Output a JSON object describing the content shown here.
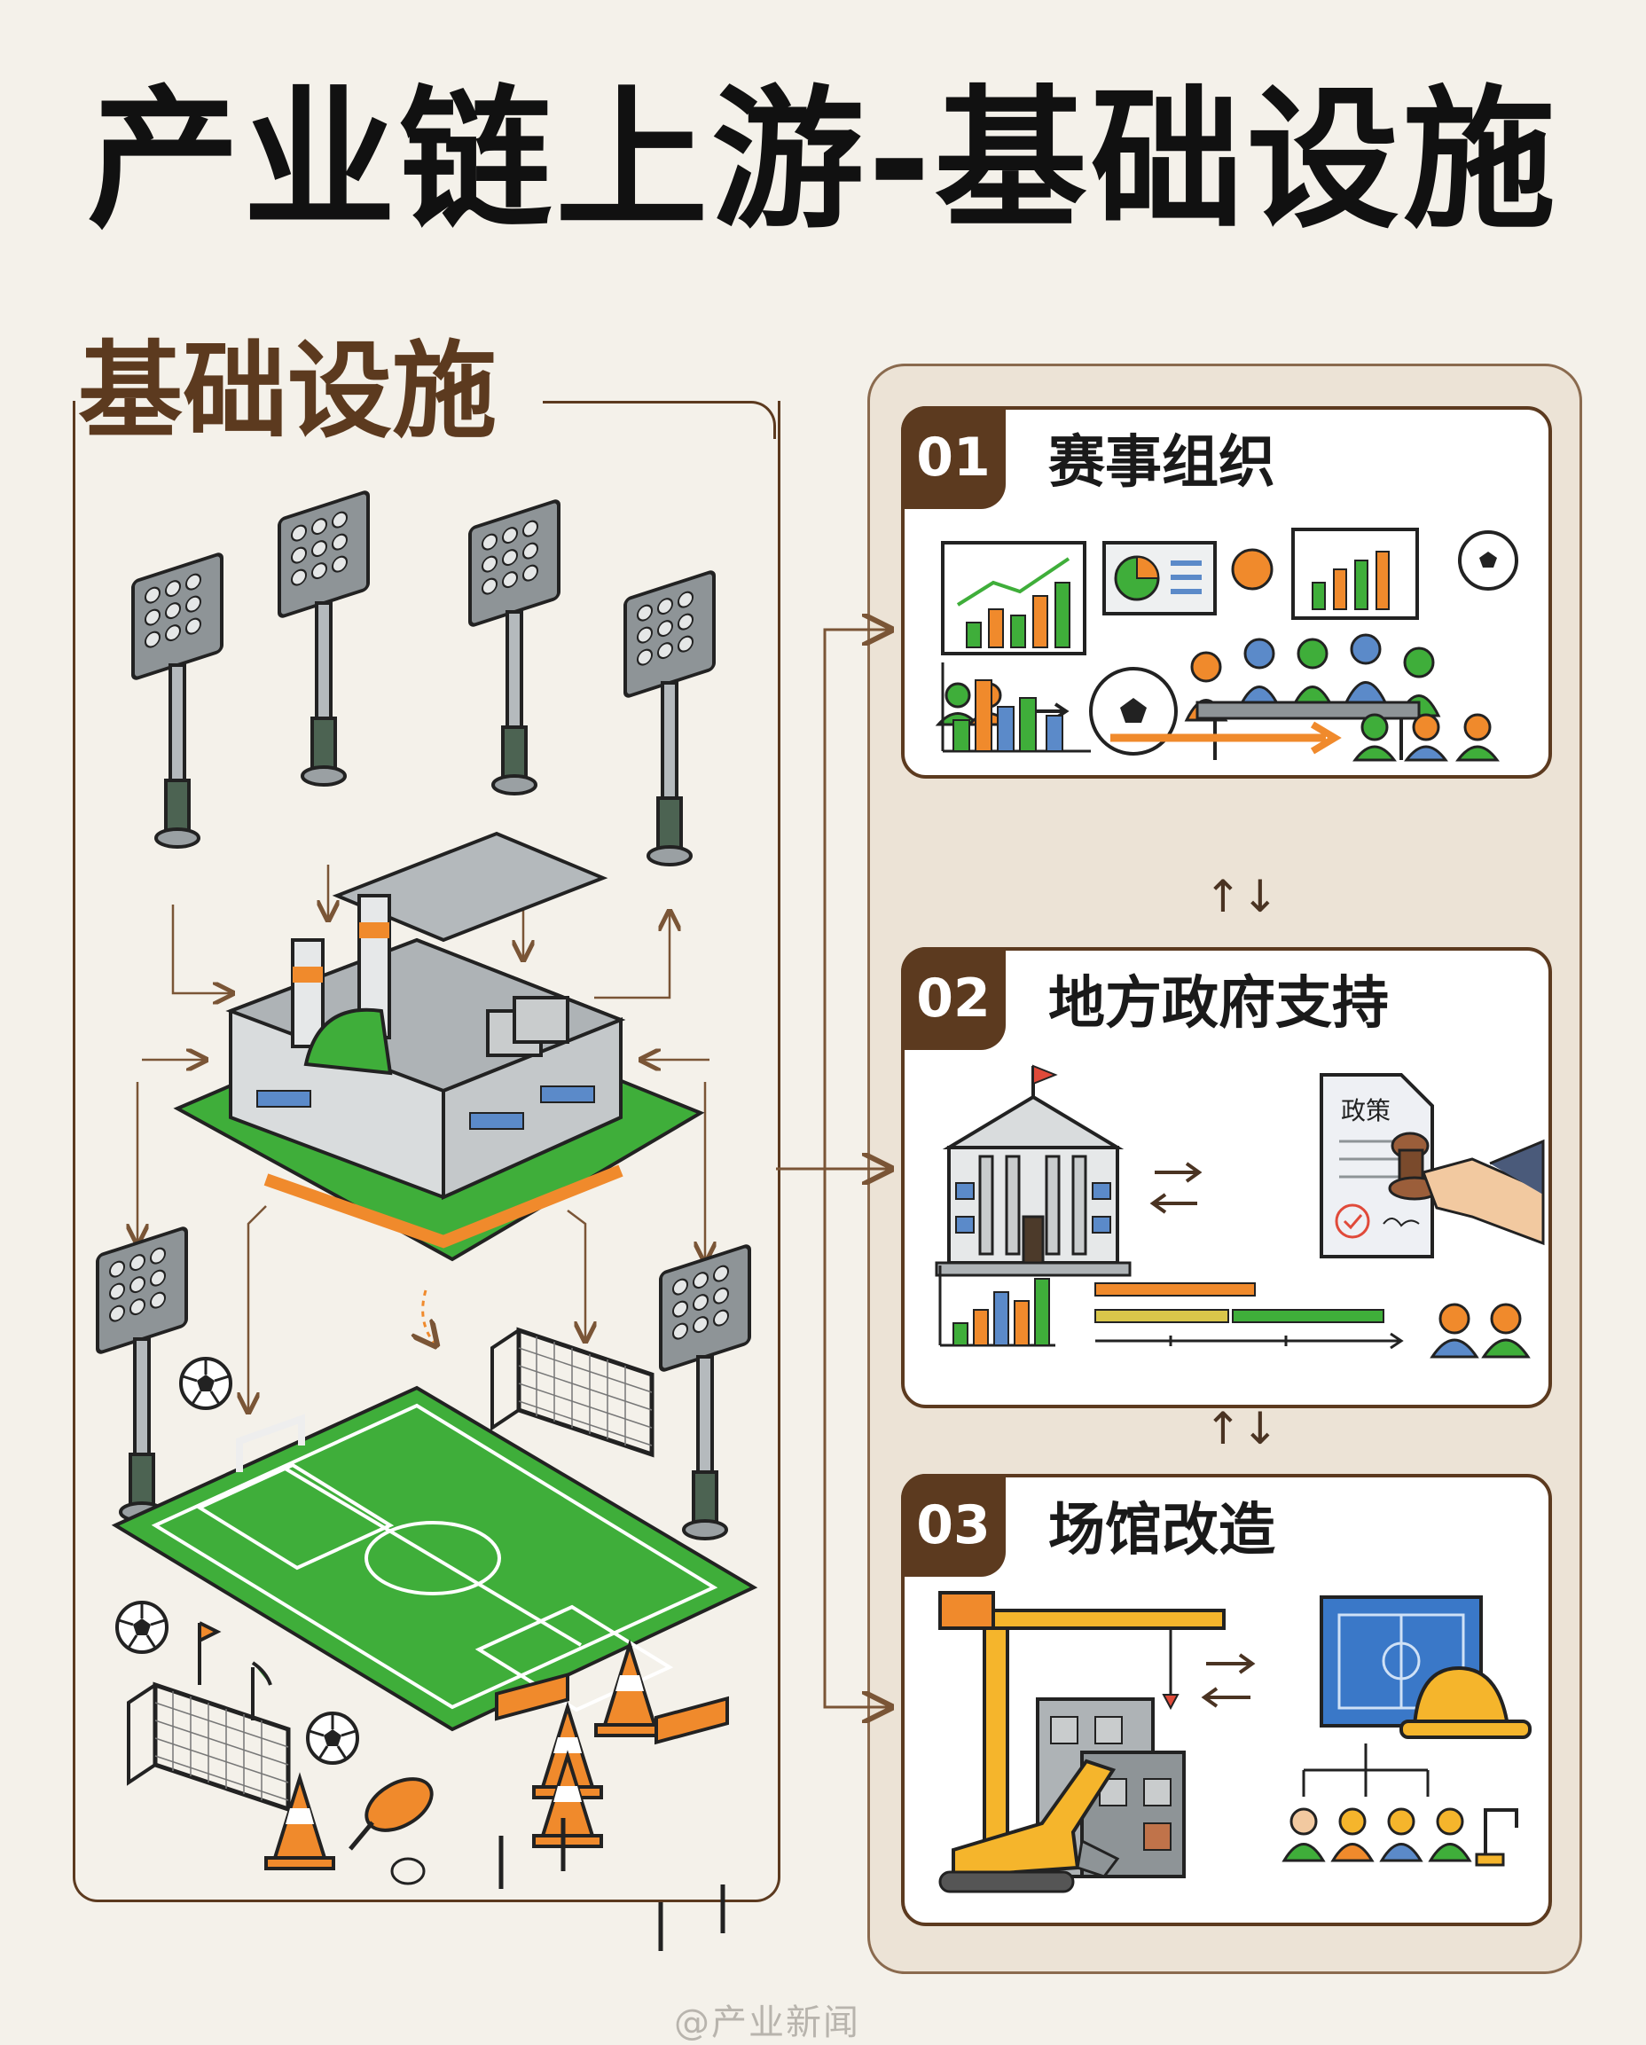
{
  "title": "产业链上游-基础设施",
  "section_label": "基础设施",
  "cards": [
    {
      "num": "01",
      "title": "赛事组织"
    },
    {
      "num": "02",
      "title": "地方政府支持",
      "doc_label": "政策"
    },
    {
      "num": "03",
      "title": "场馆改造"
    }
  ],
  "connector_icon": "up-down-arrows-icon",
  "watermark": "@产业新闻",
  "colors": {
    "accent_brown": "#5c3a1f",
    "pitch_green": "#3fae3a",
    "orange": "#f08a2c",
    "background": "#f4f1ea"
  }
}
